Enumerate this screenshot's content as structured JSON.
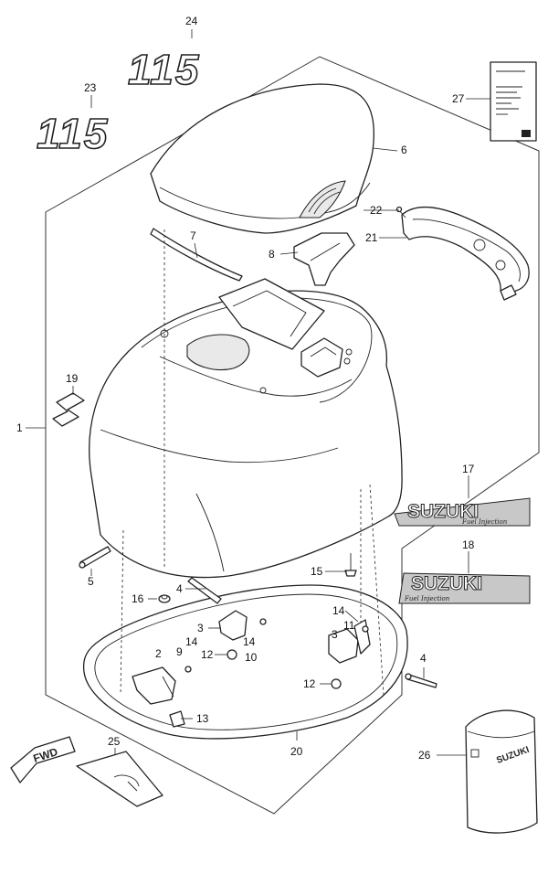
{
  "callouts": [
    "1",
    "2",
    "3",
    "3",
    "4",
    "4",
    "5",
    "6",
    "7",
    "8",
    "9",
    "10",
    "11",
    "12",
    "12",
    "13",
    "14",
    "14",
    "14",
    "15",
    "16",
    "17",
    "18",
    "19",
    "20",
    "21",
    "22",
    "23",
    "24",
    "25",
    "26",
    "27"
  ],
  "decals": {
    "model_number": "115",
    "brand": "SUZUKI",
    "brand_script": "Fuel Injection",
    "cover_brand": "SUZUKI"
  },
  "fwd_arrow": "FWD",
  "colors": {
    "line": "#222222",
    "decal_gray": "#c8c8c8",
    "background": "#ffffff"
  }
}
